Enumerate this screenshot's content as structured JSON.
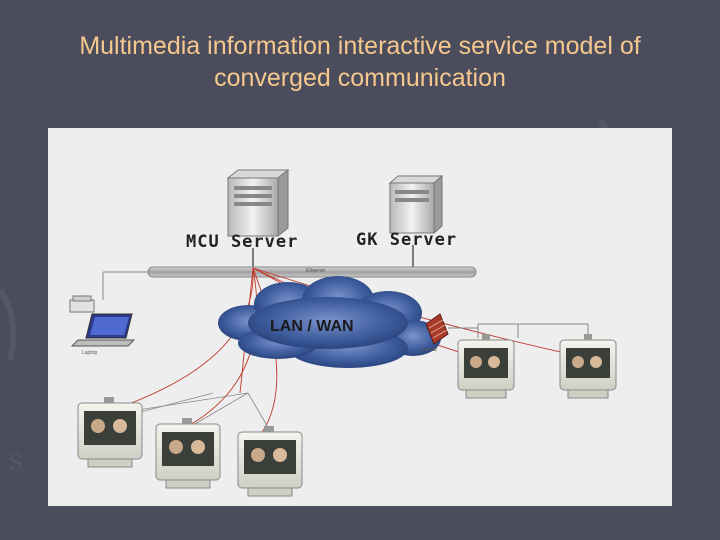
{
  "slide": {
    "title": "Multimedia information interactive service model of converged communication"
  },
  "diagram": {
    "mcu_label": "MCU Server",
    "gk_label": "GK Server",
    "network_label": "LAN / WAN",
    "ethernet_label": "Ethernet",
    "firewall_label": "Firewall",
    "laptop_label": "Laptop"
  },
  "colors": {
    "background": "#4b4d5c",
    "title": "#f6c88e",
    "diagram_bg": "#eeeeee",
    "link_red": "#c0392b"
  }
}
